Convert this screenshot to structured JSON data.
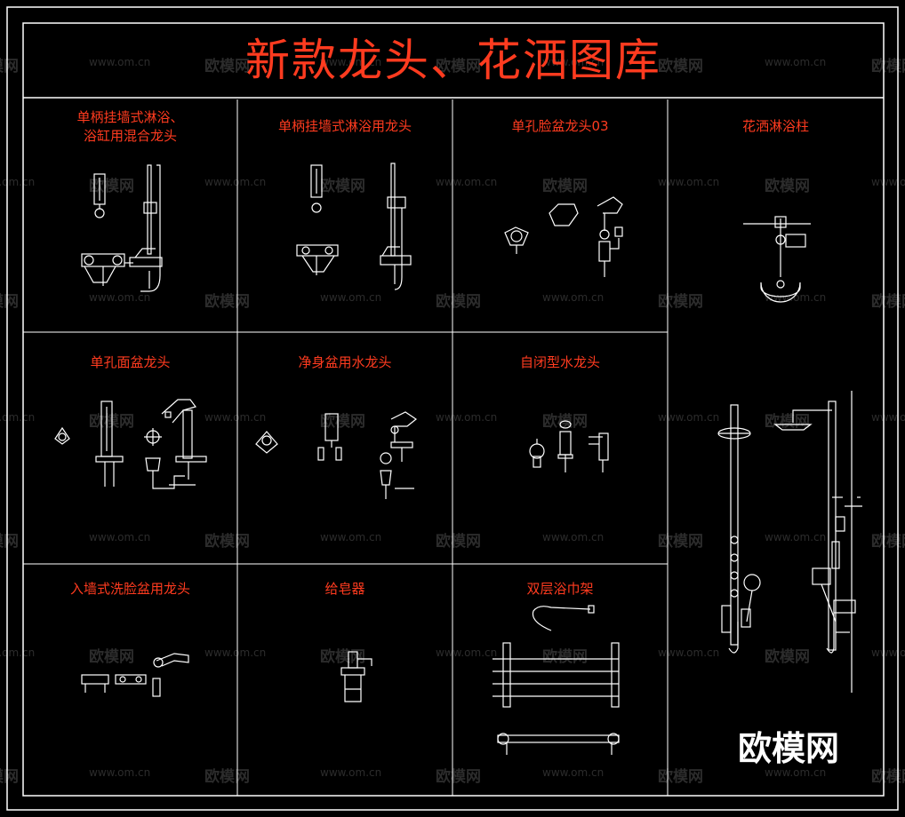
{
  "sheet": {
    "title": "新款龙头、花洒图库",
    "brand": "欧模网"
  },
  "cells": [
    {
      "title_line1": "单柄挂墙式淋浴、",
      "title_line2": "浴缸用混合龙头"
    },
    {
      "title_line1": "单柄挂墙式淋浴用龙头"
    },
    {
      "title_line1": "单孔脸盆龙头03"
    },
    {
      "title_line1": "花洒淋浴柱"
    },
    {
      "title_line1": "单孔面盆龙头"
    },
    {
      "title_line1": "净身盆用水龙头"
    },
    {
      "title_line1": "自闭型水龙头"
    },
    {
      "title_line1": "入墙式洗脸盆用龙头"
    },
    {
      "title_line1": "给皂器"
    },
    {
      "title_line1": "双层浴巾架"
    }
  ],
  "watermark": {
    "text": "欧模网",
    "url": "www.om.cn"
  },
  "colors": {
    "background": "#000000",
    "lines": "#ffffff",
    "title": "#ff3b1f",
    "watermark": "#2c2c2c"
  }
}
